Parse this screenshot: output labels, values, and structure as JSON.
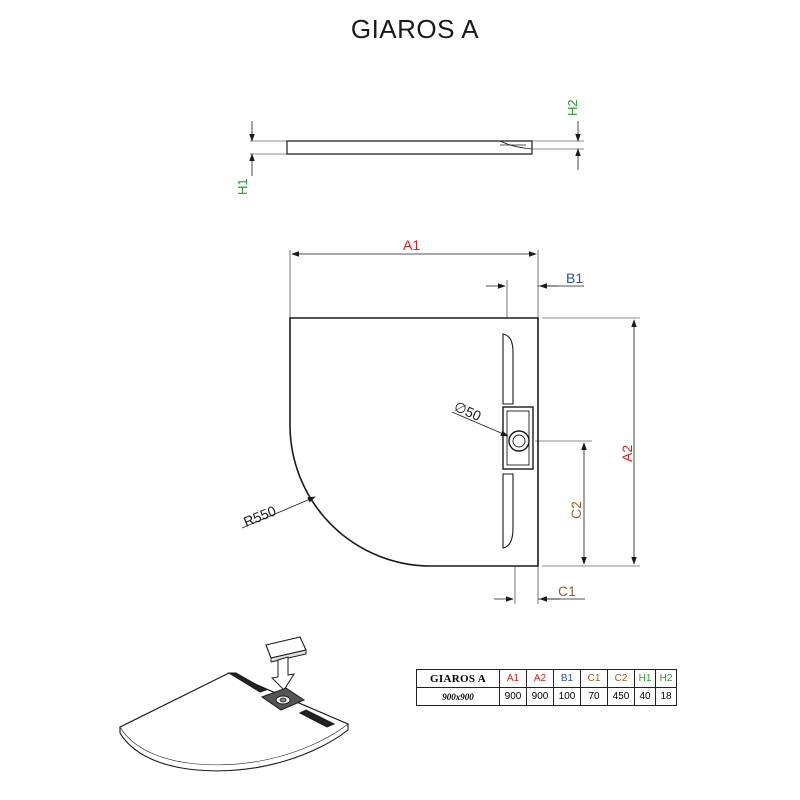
{
  "title": "GIAROS A",
  "colors": {
    "a": "#d42020",
    "b": "#2f4fa0",
    "c": "#a55a28",
    "h": "#2e9a2e",
    "line": "#1a1a1a"
  },
  "labels": {
    "A1": "A1",
    "A2": "A2",
    "B1": "B1",
    "C1": "C1",
    "C2": "C2",
    "H1": "H1",
    "H2": "H2",
    "radius": "R550",
    "diameter": "∅50"
  },
  "table": {
    "model": "GIAROS A",
    "size": "900x900",
    "headers": [
      "A1",
      "A2",
      "B1",
      "C1",
      "C2",
      "H1",
      "H2"
    ],
    "values": [
      "900",
      "900",
      "100",
      "70",
      "450",
      "40",
      "18"
    ]
  }
}
